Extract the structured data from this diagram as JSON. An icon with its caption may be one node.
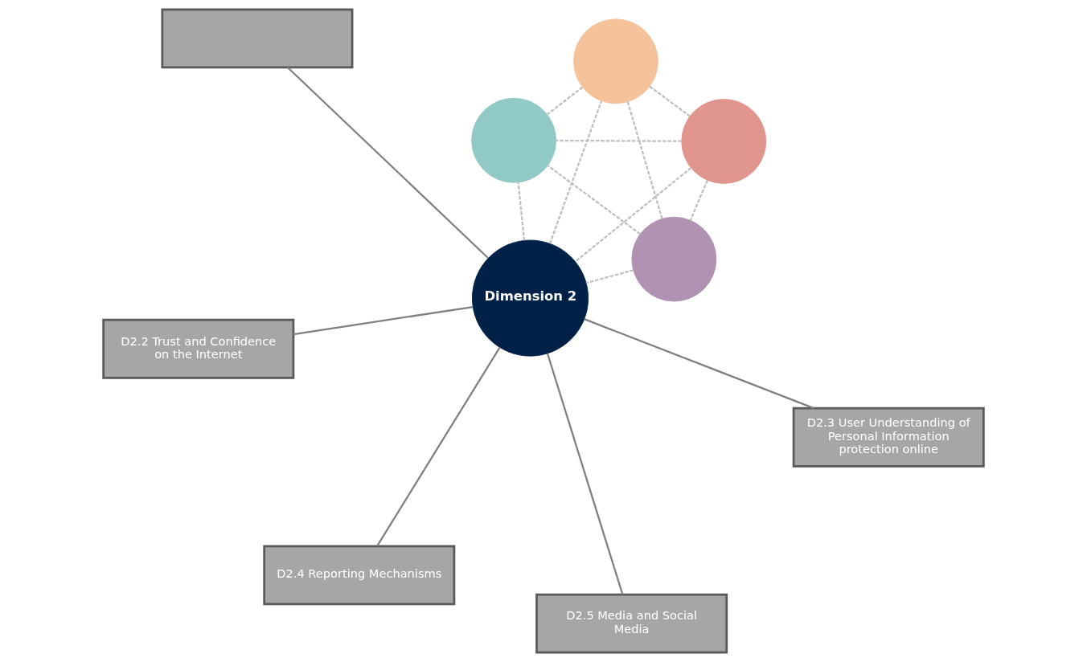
{
  "diagram": {
    "nodes": [
      {
        "text": [
          "Dimension 2"
        ]
      },
      {
        "text": [],
        "shape": "circle"
      },
      {
        "text": [],
        "shape": "circle"
      },
      {
        "text": [],
        "shape": "circle"
      },
      {
        "text": [],
        "shape": "circle"
      },
      {
        "text": [],
        "shape": "box"
      },
      {
        "text": [
          "D2.2 Trust and Confidence on the Internet"
        ]
      },
      {
        "text": [
          "D2.3 User Understanding of Personal Information protection online"
        ]
      },
      {
        "text": [
          "D2.4 Reporting Mechanisms"
        ]
      },
      {
        "text": [
          "D2.5 Media and Social Media"
        ]
      }
    ],
    "edges": [
      {
        "from": 1,
        "to": 0,
        "arrow": "none",
        "style": "dashed"
      },
      {
        "from": 1,
        "to": 2,
        "arrow": "none",
        "style": "dashed"
      },
      {
        "from": 1,
        "to": 3,
        "arrow": "none",
        "style": "dashed"
      },
      {
        "from": 1,
        "to": 4,
        "arrow": "none",
        "style": "dashed"
      },
      {
        "from": 2,
        "to": 0,
        "arrow": "none",
        "style": "dashed"
      },
      {
        "from": 0,
        "to": 3,
        "arrow": "none",
        "style": "dashed"
      },
      {
        "from": 0,
        "to": 4,
        "arrow": "none",
        "style": "dashed"
      },
      {
        "from": 2,
        "to": 3,
        "arrow": "none",
        "style": "dashed"
      },
      {
        "from": 2,
        "to": 4,
        "arrow": "none",
        "style": "dashed"
      },
      {
        "from": 4,
        "to": 3,
        "arrow": "none",
        "style": "dashed"
      },
      {
        "from": 0,
        "to": 5,
        "arrow": "none",
        "color": "#808080"
      },
      {
        "from": 0,
        "to": 6,
        "arrow": "none",
        "color": "#808080"
      },
      {
        "from": 0,
        "to": 7,
        "arrow": "none",
        "color": "#808080"
      },
      {
        "from": 0,
        "to": 8,
        "arrow": "none",
        "color": "#808080"
      },
      {
        "from": 0,
        "to": 9,
        "arrow": "none",
        "color": "#808080"
      }
    ]
  }
}
